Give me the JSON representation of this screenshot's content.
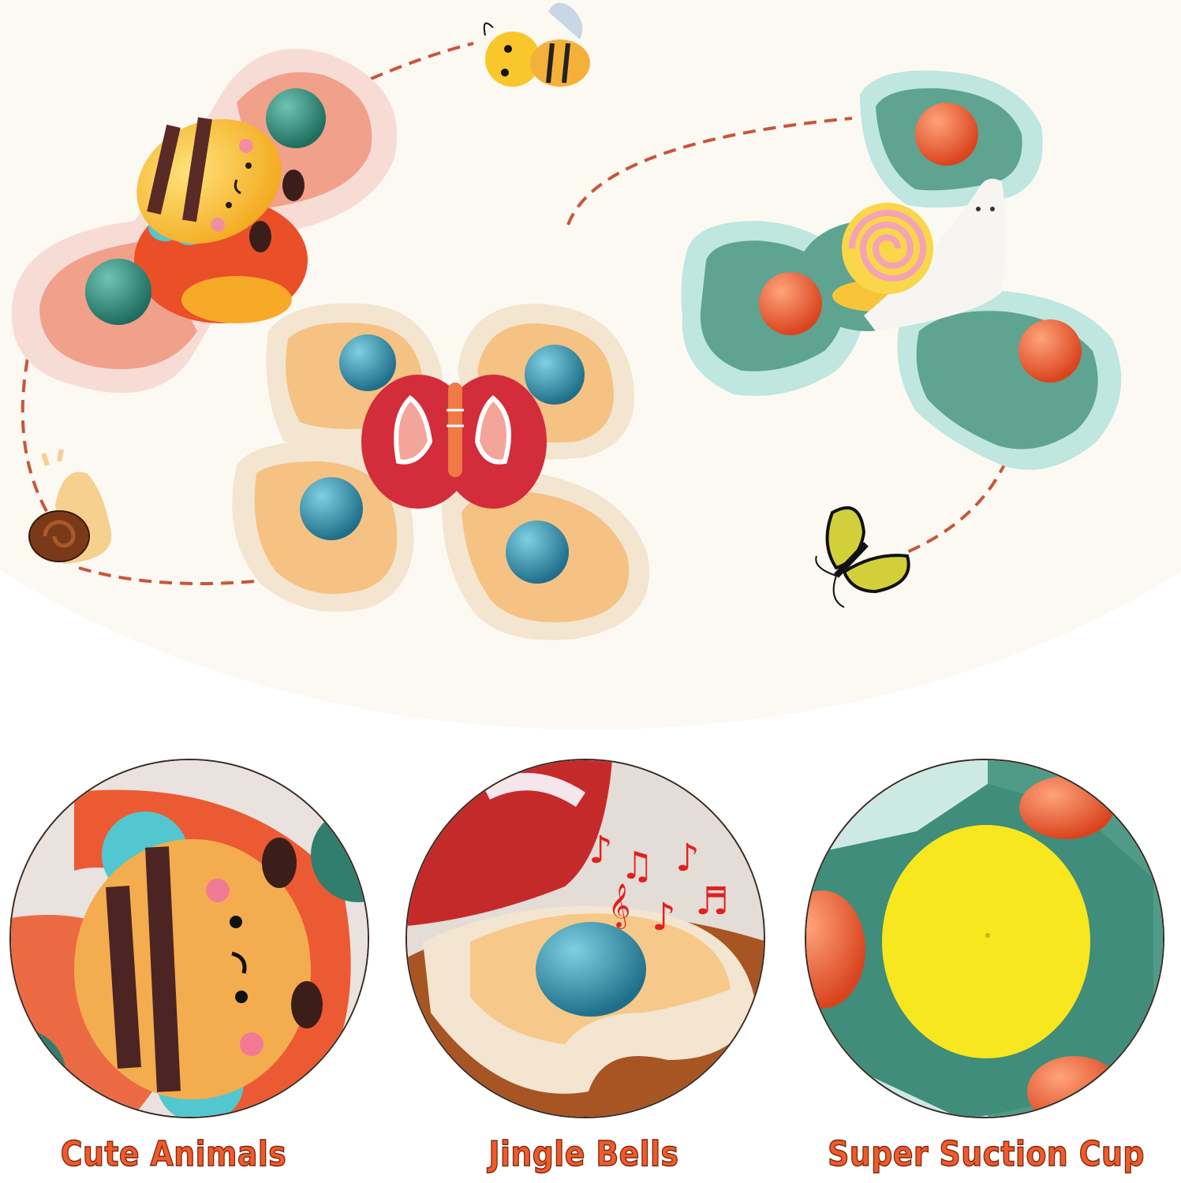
{
  "image": {
    "description": "Product photo of three suction-cup spinner toys (bee, butterfly, snail) with three feature close-up circles",
    "background_color": "#fcf9f3"
  },
  "hero": {
    "toys": [
      {
        "name": "bee-spinner",
        "colors": {
          "body": "#f4a98f",
          "rim": "#f7d9d4",
          "buttons": "#2f8a78",
          "hub": "#ee5a33"
        }
      },
      {
        "name": "butterfly-spinner",
        "colors": {
          "body": "#f5c98b",
          "rim": "#f3e6d2",
          "buttons": "#2e8fa8",
          "hub": "#d8303c"
        }
      },
      {
        "name": "snail-spinner",
        "colors": {
          "body": "#5fa391",
          "rim": "#bfe6df",
          "buttons": "#ef6a3f",
          "hub": "#fbe16a"
        }
      }
    ],
    "doodles": [
      "bee-doodle",
      "snail-doodle",
      "butterfly-doodle"
    ],
    "dashed_path_color": "#c9553a"
  },
  "features": [
    {
      "label": "Cute Animals",
      "icon": "bee-closeup"
    },
    {
      "label": "Jingle Bells",
      "icon": "music-notes-closeup"
    },
    {
      "label": "Super Suction Cup",
      "icon": "suction-cup-closeup"
    }
  ],
  "caption_color": "#f15a2b"
}
